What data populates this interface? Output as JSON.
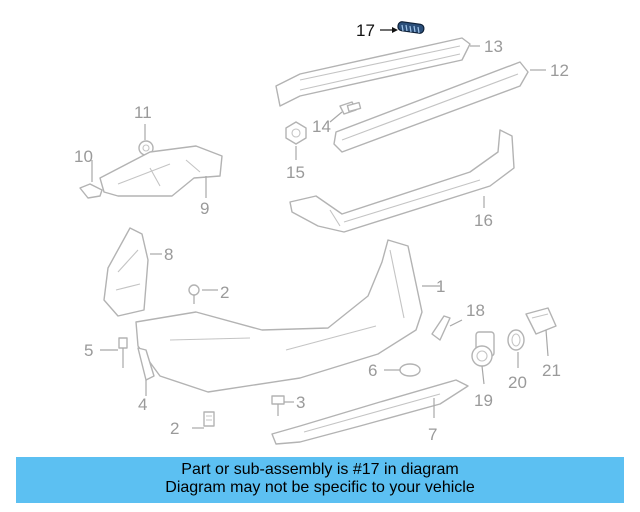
{
  "diagram": {
    "highlighted_callout": "17",
    "callouts": [
      {
        "id": "c1",
        "text": "1"
      },
      {
        "id": "c2a",
        "text": "2"
      },
      {
        "id": "c2b",
        "text": "2"
      },
      {
        "id": "c3",
        "text": "3"
      },
      {
        "id": "c4",
        "text": "4"
      },
      {
        "id": "c5",
        "text": "5"
      },
      {
        "id": "c6",
        "text": "6"
      },
      {
        "id": "c7",
        "text": "7"
      },
      {
        "id": "c8",
        "text": "8"
      },
      {
        "id": "c9",
        "text": "9"
      },
      {
        "id": "c10",
        "text": "10"
      },
      {
        "id": "c11",
        "text": "11"
      },
      {
        "id": "c12",
        "text": "12"
      },
      {
        "id": "c13",
        "text": "13"
      },
      {
        "id": "c14",
        "text": "14"
      },
      {
        "id": "c15",
        "text": "15"
      },
      {
        "id": "c16",
        "text": "16"
      },
      {
        "id": "c17",
        "text": "17"
      },
      {
        "id": "c18",
        "text": "18"
      },
      {
        "id": "c19",
        "text": "19"
      },
      {
        "id": "c20",
        "text": "20"
      },
      {
        "id": "c21",
        "text": "21"
      }
    ],
    "colors": {
      "line_art": "#b3b3b3",
      "callout_text": "#9a9a9a",
      "highlight": "#111111",
      "info_bar": "#5cc0f2"
    }
  },
  "info_bar": {
    "line1": "Part or sub-assembly is #17 in diagram",
    "line2": "Diagram may not be specific to your vehicle"
  }
}
